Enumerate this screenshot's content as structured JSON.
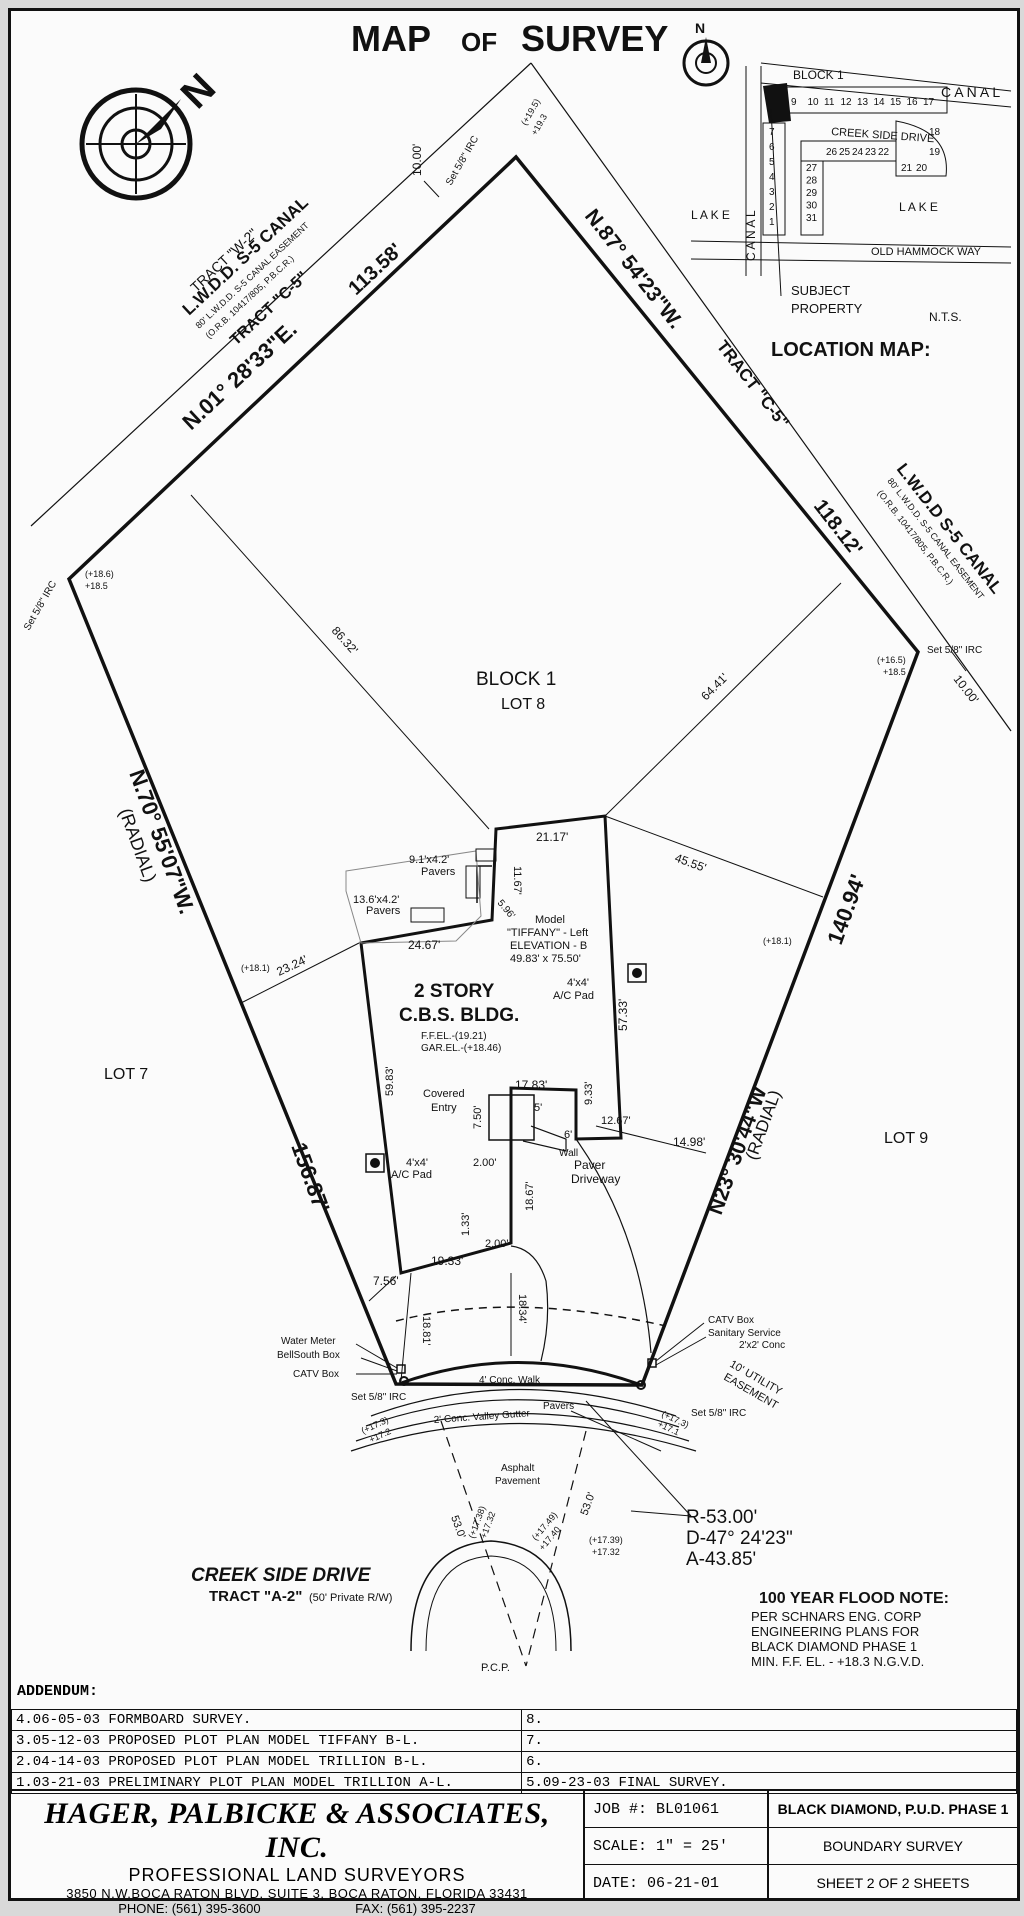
{
  "title": {
    "map": "MAP",
    "of": "OF",
    "survey": "SURVEY"
  },
  "north_mark": "N",
  "location_map": {
    "title": "LOCATION MAP:",
    "block": "BLOCK 1",
    "canal_top": "C A N A L",
    "canal_side": "C A N A L",
    "lake_left": "L A K E",
    "lake_right": "L A K E",
    "street1": "CREEK SIDE DRIVE",
    "street2": "OLD HAMMOCK WAY",
    "subject": "SUBJECT",
    "property": "PROPERTY",
    "nts": "N.T.S.",
    "top_lots": [
      "9",
      "10",
      "11",
      "12",
      "13",
      "14",
      "15",
      "16",
      "17"
    ],
    "left_lots": [
      "7",
      "6",
      "5",
      "4",
      "3",
      "2",
      "1"
    ],
    "mid_lots": [
      "26",
      "25",
      "24",
      "23",
      "22"
    ],
    "right_lots": [
      "18",
      "19",
      "21",
      "20"
    ],
    "col_lots": [
      "27",
      "28",
      "29",
      "30",
      "31"
    ]
  },
  "boundaries": {
    "north": "N.01° 28'33\"E.",
    "north_len": "113.58'",
    "east": "N.87° 54'23\"W.",
    "east_len": "118.12'",
    "tract_c5": "TRACT \"C-5\"",
    "tract_c5b": "TRACT \"C-5\"",
    "tract_w2": "TRACT \"W-2\"",
    "canal_left": "L.W.D.D. S-5 CANAL",
    "canal_left_sub": "80' L.W.D.D. S-5 CANAL EASEMENT",
    "canal_left_sub2": "(O.R.B. 10417/805, P.B.C.R.)",
    "canal_right": "L.W.D.D S-5 CANAL",
    "canal_right_sub": "80' L.W.D.D. S-5 CANAL EASEMENT",
    "canal_right_sub2": "(O.R.B. 10417/805, P.B.C.R.)",
    "setback_top": "10.00'",
    "setback_right": "10.00'",
    "west": "N.70° 55'07\"W.",
    "west_radial": "(RADIAL)",
    "west_len": "156.87'",
    "southeast": "N23° 30'44\"W",
    "southeast_radial": "(RADIAL)",
    "southeast_len": "140.94'"
  },
  "corners": {
    "top": "Set 5/8\" IRC",
    "top_elev1": "(+19.5)",
    "top_elev2": "+19.3",
    "left": "Set 5/8\" IRC",
    "left_elev1": "(+18.6)",
    "left_elev2": "+18.5",
    "right": "Set 5/8\" IRC",
    "right_elev1": "(+16.5)",
    "right_elev2": "+18.5",
    "bl": "Set 5/8\" IRC",
    "br": "Set 5/8\" IRC"
  },
  "lots": {
    "block": "BLOCK 1",
    "lot8": "LOT 8",
    "lot7": "LOT 7",
    "lot9": "LOT 9"
  },
  "dims": {
    "d8632": "86.32'",
    "d6441": "64.41'",
    "d4555": "45.55'",
    "d2324": "23.24'",
    "d2117": "21.17'",
    "d1167": "11.67'",
    "d596": "5.96'",
    "d2467": "24.67'",
    "d5733": "57.33'",
    "d5983": "59.83'",
    "d1783": "17.83'",
    "d933": "9.33'",
    "d1267": "12.67'",
    "d1498": "14.98'",
    "d750": "7.50'",
    "d5": "5'",
    "d6": "6'",
    "d200a": "2.00'",
    "d1867": "18.67'",
    "d133": "1.33'",
    "d200b": "2.00'",
    "d1933": "19.33'",
    "d756": "7.56'",
    "d1881": "18.81'",
    "d1834": "18.34'",
    "d530a": "53.0'",
    "d530b": "53.0'",
    "e181a": "(+18.1)",
    "e181b": "(+18.1)"
  },
  "building": {
    "pavers1": "9.1'x4.2'",
    "pavers1b": "Pavers",
    "pavers2": "13.6'x4.2'",
    "pavers2b": "Pavers",
    "model1": "Model",
    "model2": "\"TIFFANY\" - Left",
    "model3": "ELEVATION - B",
    "model4": "49.83' x 75.50'",
    "ac1": "4'x4'",
    "ac1b": "A/C Pad",
    "ac2": "4'x4'",
    "ac2b": "A/C Pad",
    "story": "2 STORY",
    "cbs": "C.B.S. BLDG.",
    "ffel": "F.F.EL.-(19.21)",
    "garel": "GAR.EL.-(+18.46)",
    "covered": "Covered",
    "entry": "Entry",
    "wall": "Wall",
    "paver_dw": "Paver",
    "driveway": "Driveway"
  },
  "street": {
    "water": "Water Meter",
    "bellsouth": "BellSouth Box",
    "catv_l": "CATV Box",
    "catv_r": "CATV Box",
    "sanitary": "Sanitary Service",
    "conc": "2'x2' Conc",
    "utility1": "10' UTILITY",
    "utility2": "EASEMENT",
    "walk": "4' Conc. Walk",
    "pavers": "Pavers",
    "gutter": "2' Conc. Valley Gutter",
    "asphalt1": "Asphalt",
    "asphalt2": "Pavement",
    "e1738": "(+17.38)",
    "e1732a": "+17.32",
    "e1749": "(+17.49)",
    "e1740": "+17.40",
    "e1739": "(+17.39)",
    "e1732b": "+17.32",
    "el_l1": "(+17.3)",
    "el_l2": "+17.2",
    "el_r1": "(+17.3)",
    "el_r2": "+17.1",
    "pcp": "P.C.P.",
    "creek": "CREEK SIDE DRIVE",
    "tract": "TRACT \"A-2\"",
    "tract_sub": "(50' Private R/W)"
  },
  "curve": {
    "r": "R-53.00'",
    "d": "D-47° 24'23\"",
    "a": "A-43.85'"
  },
  "flood": {
    "title": "100 YEAR FLOOD NOTE:",
    "l1": "PER SCHNARS ENG. CORP",
    "l2": "ENGINEERING PLANS FOR",
    "l3": "BLACK DIAMOND PHASE 1",
    "l4": "MIN. F.F. EL. - +18.3 N.G.V.D."
  },
  "addendum": {
    "label": "ADDENDUM:",
    "rows": [
      {
        "left": "4.06-05-03 FORMBOARD SURVEY.",
        "right": "8."
      },
      {
        "left": "3.05-12-03 PROPOSED PLOT PLAN MODEL TIFFANY B-L.",
        "right": "7."
      },
      {
        "left": "2.04-14-03 PROPOSED PLOT PLAN MODEL TRILLION B-L.",
        "right": "6."
      },
      {
        "left": "1.03-21-03 PRELIMINARY PLOT PLAN MODEL TRILLION A-L.",
        "right": "5.09-23-03 FINAL SURVEY."
      }
    ]
  },
  "firm": {
    "name": "HAGER, PALBICKE & ASSOCIATES, INC.",
    "subtitle": "PROFESSIONAL LAND SURVEYORS",
    "address": "3850 N.W.BOCA RATON BLVD. SUITE 3, BOCA RATON, FLORIDA 33431",
    "phone": "PHONE: (561) 395-3600",
    "fax": "FAX: (561) 395-2237"
  },
  "job": {
    "job": "JOB #: BL01061",
    "scale": "SCALE: 1\" = 25'",
    "date": "DATE: 06-21-01"
  },
  "project": {
    "name": "BLACK DIAMOND, P.U.D. PHASE 1",
    "type": "BOUNDARY SURVEY",
    "sheet": "SHEET 2 OF 2 SHEETS"
  }
}
